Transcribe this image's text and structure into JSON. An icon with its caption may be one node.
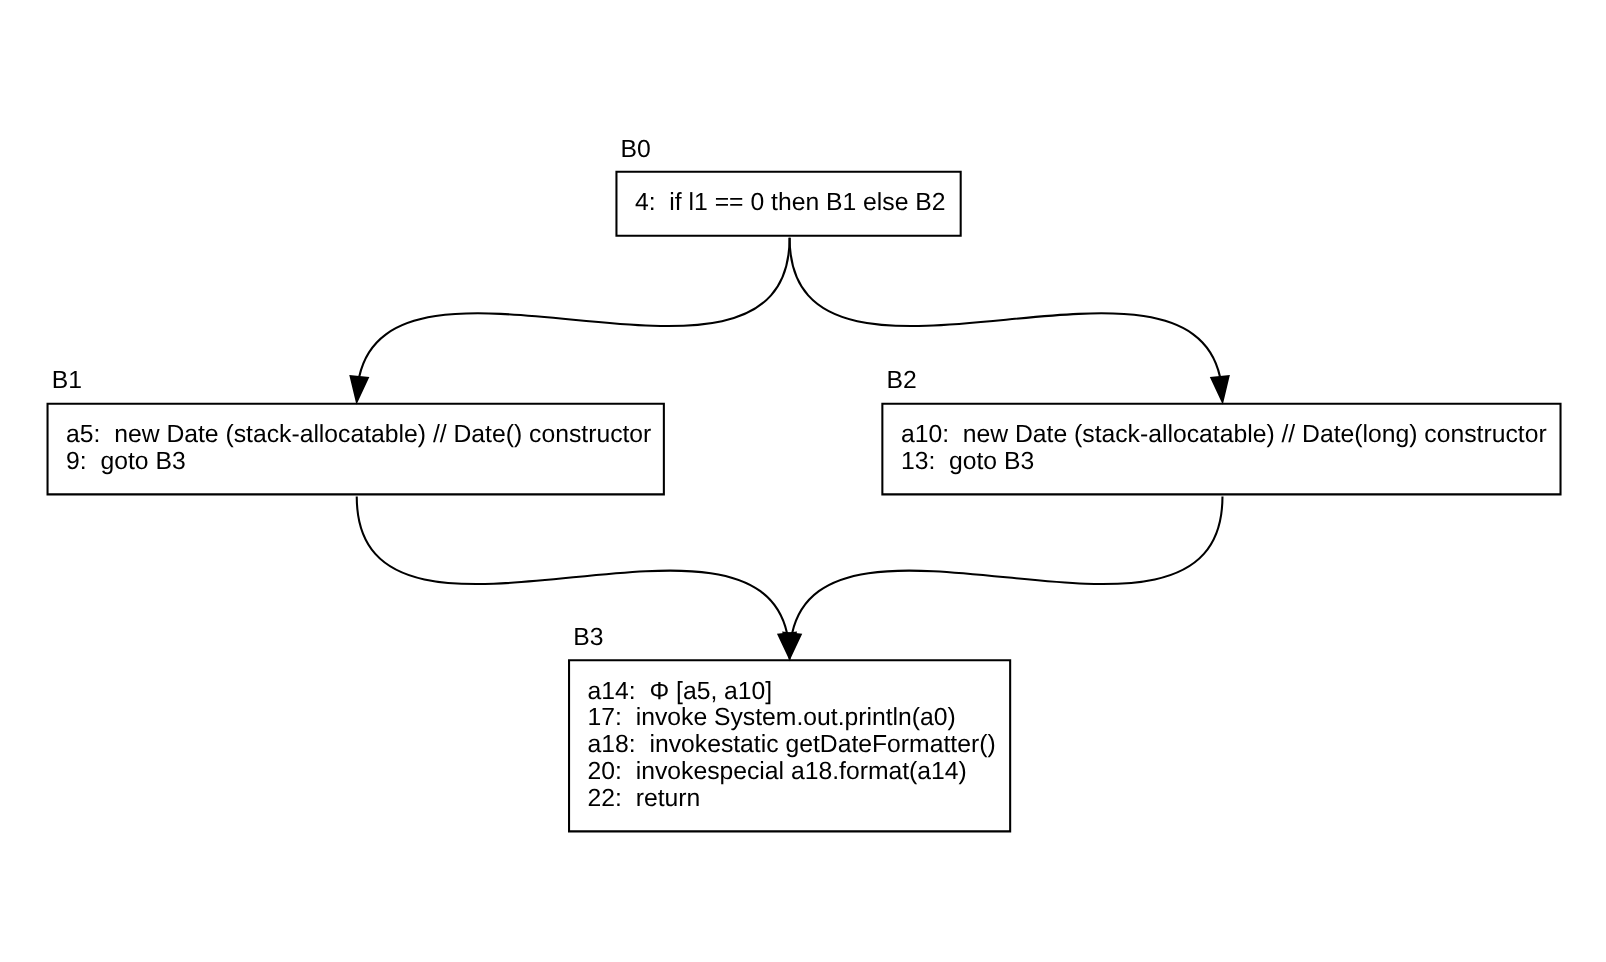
{
  "diagram": {
    "nodes": [
      {
        "text": [
          "B0",
          "4:  if l1 == 0 then B1 else B2"
        ]
      },
      {
        "text": [
          "B1",
          "a5:  new Date (stack-allocatable) // Date() constructor",
          "9:  goto B3"
        ]
      },
      {
        "text": [
          "B2",
          "a10:  new Date (stack-allocatable) // Date(long) constructor",
          "13:  goto B3"
        ]
      },
      {
        "text": [
          "B3",
          "a14:  Φ [a5, a10]",
          "17:  invoke System.out.println(a0)",
          "a18:  invokestatic getDateFormatter()",
          "20:  invokespecial a18.format(a14)",
          "22:  return"
        ]
      }
    ],
    "edges": [
      {
        "from": 0,
        "to": 1,
        "arrow": "to"
      },
      {
        "from": 0,
        "to": 2,
        "arrow": "to"
      },
      {
        "from": 1,
        "to": 3,
        "arrow": "to"
      },
      {
        "from": 2,
        "to": 3,
        "arrow": "to"
      }
    ]
  }
}
